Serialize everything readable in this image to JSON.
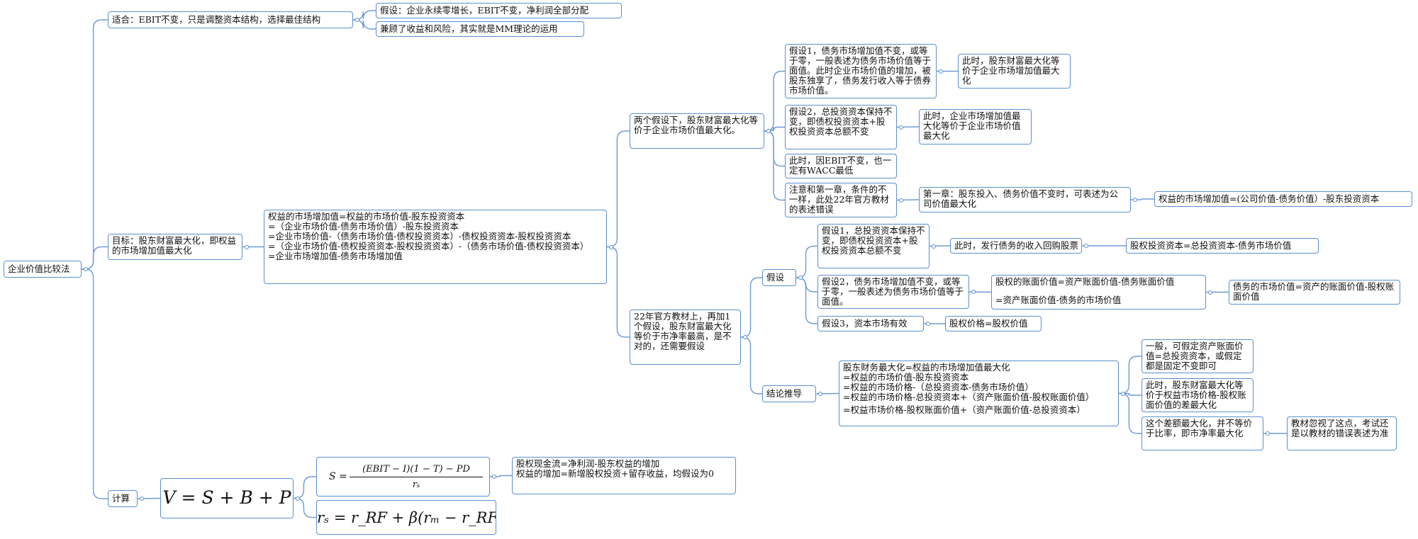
{
  "root": "企业价值比较法",
  "suit": {
    "label": "适合：EBIT不变，只是调整资本结构，选择最佳结构",
    "a1": "假设：企业永续零增长，EBIT不变，净利润全部分配",
    "a2": "兼顾了收益和风险，其实就是MM理论的运用"
  },
  "goal": {
    "label": "目标：股东财富最大化，即权益的市场增加值最大化",
    "formula": [
      "权益的市场增加值=权益的市场价值-股东投资资本",
      "=（企业市场价值-债务市场价值）-股东投资资本",
      "=企业市场价值-（债务市场价值-债权投资资本）-债权投资资本-股权投资资本",
      "=（企业市场价值-债权投资资本-股权投资资本）-（债务市场价值-债权投资资本）",
      "=企业市场增加值-债务市场增加值"
    ],
    "two": {
      "label": "两个假设下，股东财富最大化等价于企业市场价值最大化。",
      "h1": "假设1，债务市场增加值不变，或等于零，一般表述为债务市场价值等于面值。此时企业市场价值的增加，被股东独享了，债务发行收入等于债券市场价值。",
      "h1r": "此时，股东财富最大化等价于企业市场增加值最大化",
      "h2": "假设2，总投资资本保持不变，即债权投资资本+股权投资资本总额不变",
      "h2r": "此时，企业市场增加值最大化等价于企业市场价值最大化",
      "wacc": "此时，因EBIT不变，也一定有WACC最低",
      "note": "注意和第一章，条件的不一样，此处22年官方教材的表述错误",
      "ch1": "第一章：股东投入、债务价值不变时，可表述为公司价值最大化",
      "ch1r": "权益的市场增加值=(公司价值-债务价值）-股东投资资本"
    },
    "y22": {
      "label": "22年官方教材上，再加1个假设，股东财富最大化等价于市净率最高，是不对的，还需要假设",
      "assume": "假设",
      "p1": "假设1，总投资资本保持不变，即债权投资资本+股权投资资本总额不变",
      "p1r": "此时，发行债务的收入回购股票",
      "p1rr": "股权投资资本=总投资资本-债务市场价值",
      "p2": "假设2，债务市场增加值不变，或等于零，一般表述为债务市场价值等于面值。",
      "p2r1": "股权的账面价值=资产账面价值-债务账面价值",
      "p2r2": "=资产账面价值-债务的市场价值",
      "p2rr": "债务的市场价值=资产的账面价值-股权账面价值",
      "p3": "假设3，资本市场有效",
      "p3r": "股权价格=股权价值",
      "concl": "结论推导",
      "deriv": [
        "股东财务最大化=权益的市场增加值最大化",
        "=权益的市场价值-股东投资资本",
        "=权益的市场价格-（总投资资本-债务市场价值）",
        "=权益的市场价格-总投资资本+（资产账面价值-股权账面价值）",
        "=权益市场价格-股权账面价值+（资产账面价值-总投资资本）"
      ],
      "c1": "一般，可假定资产账面价值=总投资资本，或假定都是固定不变即可",
      "c2": "此时，股东财富最大化等价于权益市场价格-股权账面价值的差最大化",
      "c3": "这个差额最大化，并不等价于比率，即市净率最大化",
      "c3r": "教材忽视了这点，考试还是以教材的错误表述为准"
    }
  },
  "calc": {
    "label": "计算",
    "v": "V = S + B + P",
    "s_lhs": "S =",
    "s_num": "(EBIT − I)(1 − T) − PD",
    "s_den": "rₛ",
    "cf1": "股权现金流=净利润-股东权益的增加",
    "cf2": "权益的增加=新增股权投资+留存收益，均假设为0",
    "rs": "rₛ = r_RF + β(rₘ − r_RF)"
  },
  "colors": {
    "border": "#5b8fd0",
    "line": "#6e9bd6"
  }
}
